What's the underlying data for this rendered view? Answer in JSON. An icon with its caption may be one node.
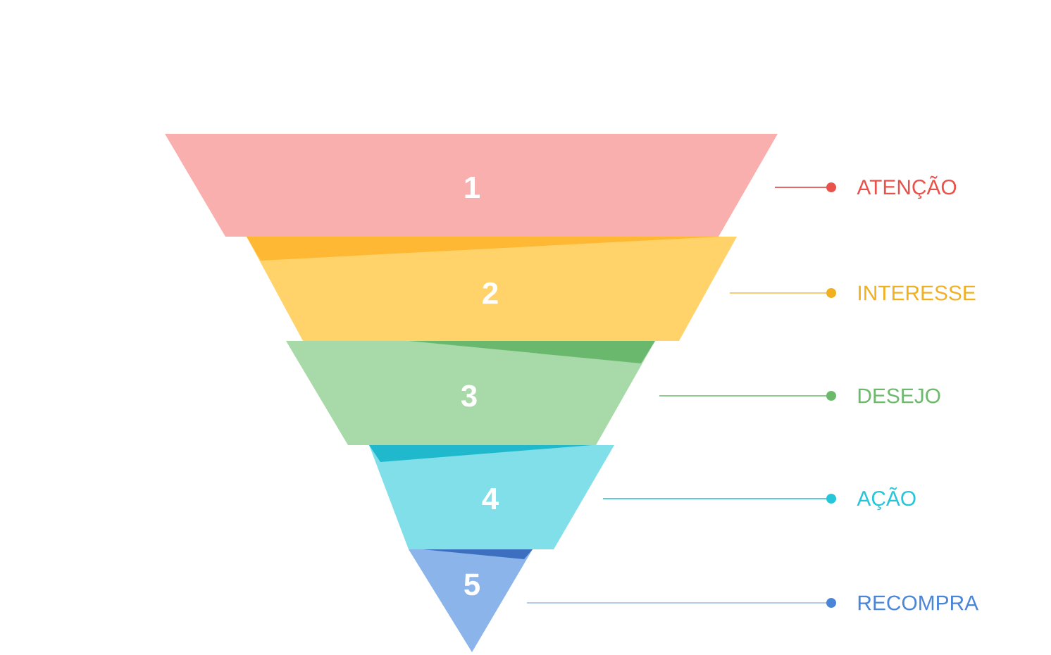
{
  "diagram": {
    "nodes": [
      {
        "text": [
          "1"
        ]
      },
      {
        "text": [
          "2"
        ]
      },
      {
        "text": [
          "3"
        ]
      },
      {
        "text": [
          "4"
        ]
      },
      {
        "text": [
          "5"
        ]
      },
      {
        "text": [
          "ATENÇÃO"
        ]
      },
      {
        "text": [
          "INTERESSE"
        ]
      },
      {
        "text": [
          "DESEJO"
        ]
      },
      {
        "text": [
          "AÇÃO"
        ]
      },
      {
        "text": [
          "RECOMPRA"
        ]
      }
    ],
    "edges": [
      {
        "from": 5,
        "to": 0,
        "arrow": "other",
        "color": "#e06a66"
      },
      {
        "from": 6,
        "to": 1,
        "arrow": "other",
        "color": "#f5cf78"
      },
      {
        "from": 7,
        "to": 2,
        "arrow": "other",
        "color": "#8ccc8c"
      },
      {
        "from": 8,
        "to": 3,
        "arrow": "other",
        "color": "#5ccbd8"
      },
      {
        "from": 9,
        "to": 4,
        "arrow": "other",
        "color": "#b4cce8"
      }
    ]
  }
}
